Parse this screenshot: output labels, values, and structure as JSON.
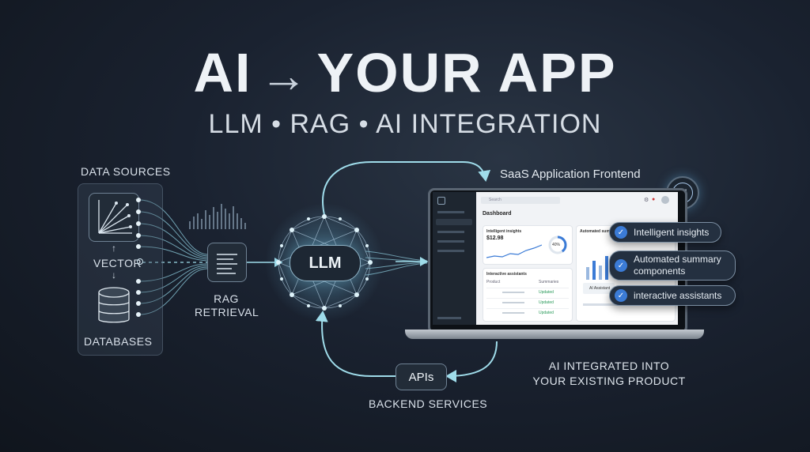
{
  "header": {
    "title_left": "AI",
    "title_arrow": "→",
    "title_right": "YOUR APP",
    "subtitle": "LLM • RAG • AI INTEGRATION"
  },
  "pipeline": {
    "data_sources_label": "DATA SOURCES",
    "vector_label": "VECTOR",
    "databases_label": "DATABASES",
    "rag_label_line1": "RAG",
    "rag_label_line2": "RETRIEVAL",
    "llm_label": "LLM",
    "apis_label": "APIs",
    "backend_label": "BACKEND SERVICES",
    "frontend_label": "SaaS Application Frontend",
    "integration_line1": "AI INTEGRATED INTO",
    "integration_line2": "YOUR EXISTING PRODUCT",
    "ai_badge": "AI"
  },
  "app": {
    "search_placeholder": "Search",
    "page_title": "Dashboard",
    "card1_title": "Intelligent insights",
    "card1_value": "$12.98",
    "card1_ring": "40%",
    "card2_title": "Automated summ",
    "table_title": "Interactive assistants",
    "col1": "Product",
    "col2": "Summaries",
    "status1": "Updated",
    "status2": "Updated",
    "status3": "Updated",
    "ai_assistant": "AI Assistant"
  },
  "features": [
    {
      "label_line1": "Intelligent insights",
      "label_line2": ""
    },
    {
      "label_line1": "Automated summary",
      "label_line2": "components"
    },
    {
      "label_line1": "interactive assistants",
      "label_line2": ""
    }
  ],
  "colors": {
    "accent": "#8fd6e6",
    "check": "#3b7bd6",
    "background": "#161d27"
  }
}
